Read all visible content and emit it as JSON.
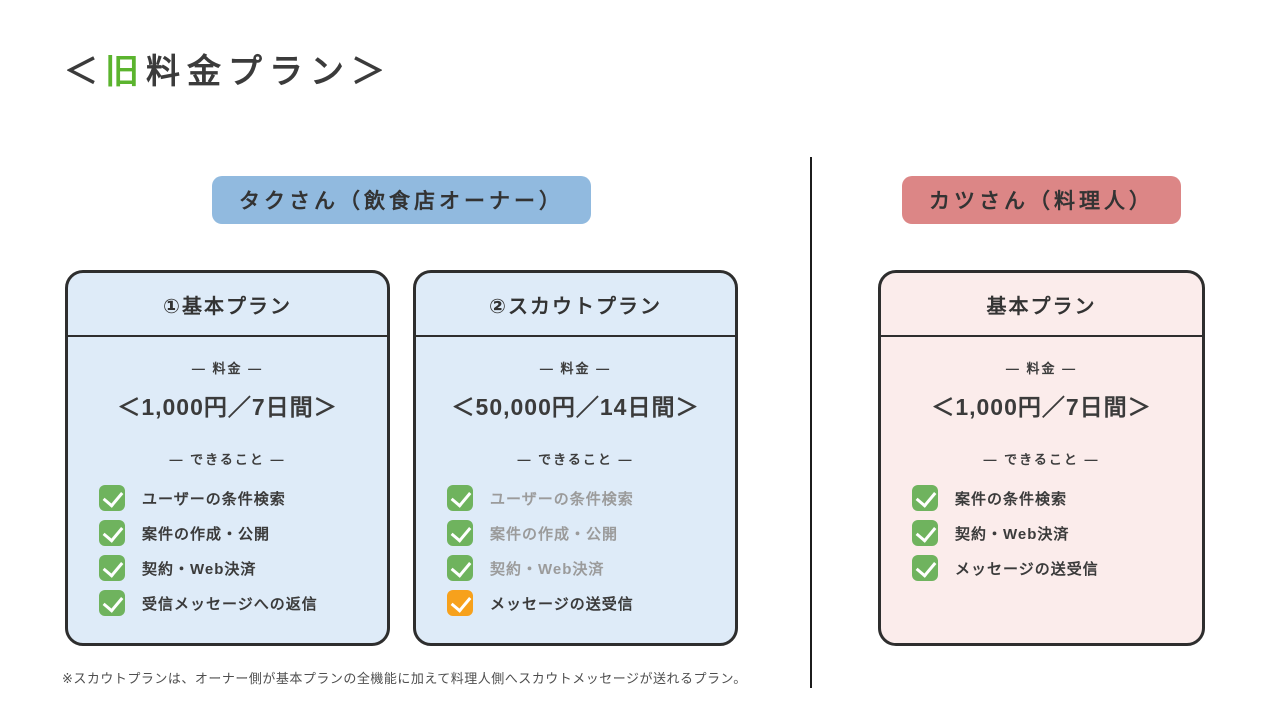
{
  "title": {
    "prefix": "＜",
    "highlight": "旧",
    "rest": "料金プラン＞"
  },
  "left_section": {
    "badge": "タクさん（飲食店オーナー）",
    "cards": [
      {
        "header": "①基本プラン",
        "price_label": "― 料金 ―",
        "price": "＜1,000円／7日間＞",
        "features_label": "― できること ―",
        "features": [
          {
            "label": "ユーザーの条件検索",
            "check": "green",
            "tone": "dark"
          },
          {
            "label": "案件の作成・公開",
            "check": "green",
            "tone": "dark"
          },
          {
            "label": "契約・Web決済",
            "check": "green",
            "tone": "dark"
          },
          {
            "label": "受信メッセージへの返信",
            "check": "green",
            "tone": "dark"
          }
        ]
      },
      {
        "header": "②スカウトプラン",
        "price_label": "― 料金 ―",
        "price": "＜50,000円／14日間＞",
        "features_label": "― できること ―",
        "features": [
          {
            "label": "ユーザーの条件検索",
            "check": "green",
            "tone": "muted"
          },
          {
            "label": "案件の作成・公開",
            "check": "green",
            "tone": "muted"
          },
          {
            "label": "契約・Web決済",
            "check": "green",
            "tone": "muted"
          },
          {
            "label": "メッセージの送受信",
            "check": "orange",
            "tone": "dark"
          }
        ]
      }
    ]
  },
  "right_section": {
    "badge": "カツさん（料理人）",
    "cards": [
      {
        "header": "基本プラン",
        "price_label": "― 料金 ―",
        "price": "＜1,000円／7日間＞",
        "features_label": "― できること ―",
        "features": [
          {
            "label": "案件の条件検索",
            "check": "green",
            "tone": "dark"
          },
          {
            "label": "契約・Web決済",
            "check": "green",
            "tone": "dark"
          },
          {
            "label": "メッセージの送受信",
            "check": "green",
            "tone": "dark"
          }
        ]
      }
    ]
  },
  "footnote": "※スカウトプランは、オーナー側が基本プランの全機能に加えて料理人側へスカウトメッセージが送れるプラン。",
  "colors": {
    "highlight_green": "#5bb42e",
    "badge_blue": "#91badf",
    "badge_red": "#dc8686",
    "card_blue_bg": "#deebf8",
    "card_pink_bg": "#fbeceb",
    "check_green": "#6fb35e",
    "check_orange": "#f7a11c",
    "border_dark": "#2e2e2e",
    "muted_text": "#9b9b9b"
  }
}
